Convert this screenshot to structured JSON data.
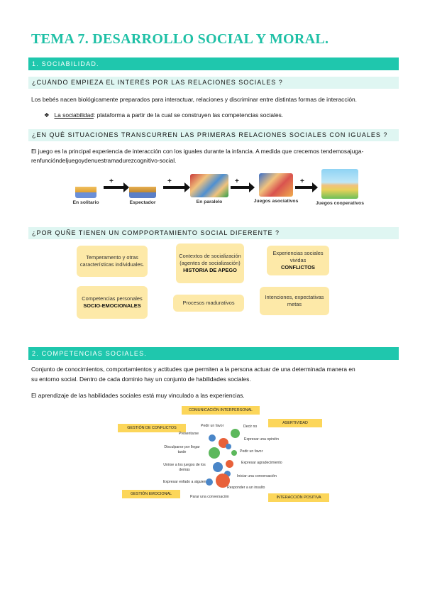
{
  "title": "TEMA 7. DESARROLLO SOCIAL Y MORAL.",
  "sec1": {
    "heading": "1. SOCIABILIDAD.",
    "q1": "¿CUÁNDO EMPIEZA EL INTERÉS POR LAS RELACIONES SOCIALES ?",
    "p1": "Los bebés nacen biológicamente preparados para interactuar, relaciones y discriminar entre distintas formas de interacción.",
    "bullet_term": "La sociabilidad",
    "bullet_rest": ": plataforma a partir de la cual se construyen las competencias sociales.",
    "q2": "¿EN QUÉ SITUACIONES TRANSCURREN LAS PRIMERAS RELACIONES SOCIALES CON IGUALES ?",
    "p2a": "El juego es la principal experiencia de interacción con los iguales durante la infancia. A medida que crecemos tendemosajuga-",
    "p2b": "renfuncióndeljuegoydenuestramadurezcognitivo-social.",
    "stages": [
      "En solitario",
      "Espectador",
      "En paralelo",
      "Juegos asociativos",
      "Juegos cooperativos"
    ],
    "plus": "+",
    "q3": "¿POR QUÑE TIENEN UN COMPPORTAMIENTO SOCIAL DIFERENTE ?",
    "boxes": {
      "b1": "Temperamento y otras características individuales.",
      "b2_text": "Contextos de socialización (agentes de socialización)",
      "b2_bold": "HISTORIA DE APEGO",
      "b3_text": "Experiencias sociales vividas",
      "b3_bold": "CONFLICTOS",
      "b4_text": "Competencias personales",
      "b4_bold": "SOCIO-EMOCIONALES",
      "b5": "Procesos madurativos",
      "b6": "Intenciones, expectativas metas"
    }
  },
  "sec2": {
    "heading": "2. COMPETENCIAS SOCIALES.",
    "p1a": "Conjunto de conocimientos, comportamientos y actitudes que permiten a la persona actuar de una determinada manera en",
    "p1b": "su entorno social. Dentro de cada dominio hay un conjunto de habilidades sociales.",
    "p2": "El aprendizaje de las habilidades sociales está muy vinculado a las experiencias.",
    "tags": {
      "top": "Comunicación interpersonal",
      "left_top": "Gestión de conflictos",
      "right_top": "Asertividad",
      "left_bottom": "Gestión emocional",
      "right_bottom": "Interacción positiva"
    },
    "skills": {
      "s1": "Pedir un favor",
      "s2": "Decir no",
      "s3": "Presentarse",
      "s4": "Expresar una opinión",
      "s5": "Disculparse por llegar tarde",
      "s6": "Pedir un favor",
      "s7": "Expresar agradecimiento",
      "s8": "Unirse a los juegos de los demás",
      "s9": "Iniciar una conversación",
      "s10": "Expresar enfado a alguien",
      "s11": "Responder a un insulto",
      "s12": "Parar una conversación"
    }
  },
  "colors": {
    "accent": "#1fc7ad",
    "light": "#dff6f2",
    "box": "#fde9a8",
    "tag": "#fcd65a"
  }
}
